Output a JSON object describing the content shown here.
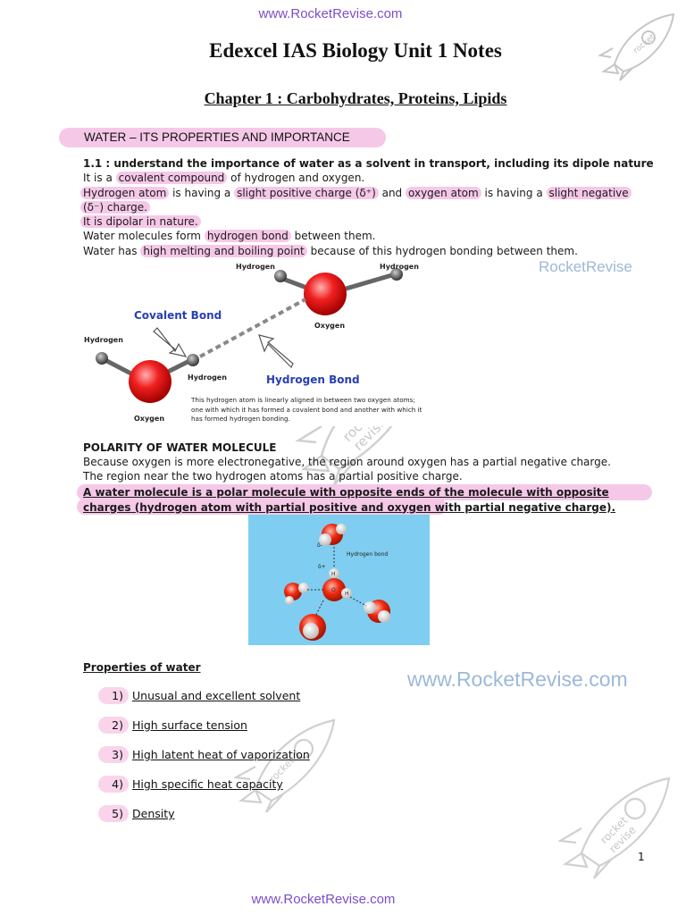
{
  "header_link": "www.RocketRevise.com",
  "footer_link": "www.RocketRevise.com",
  "title": "Edexcel IAS Biology Unit 1 Notes",
  "chapter": "Chapter 1 : Carbohydrates, Proteins, Lipids",
  "section_banner": "WATER – ITS PROPERTIES AND IMPORTANCE",
  "spec_point": "1.1 : understand the importance of water as a solvent in transport, including its dipole nature",
  "lines": {
    "l1_a": "It is a ",
    "l1_hl": "covalent compound",
    "l1_b": " of hydrogen and oxygen.",
    "l2_hl1": "Hydrogen atom",
    "l2_a": " is having a ",
    "l2_hl2": "slight positive charge (δ⁺)",
    "l2_b": " and ",
    "l2_hl3": "oxygen atom",
    "l2_c": " is having a ",
    "l2_hl4": "slight negative",
    "l3_hl": "(δ⁻) charge.",
    "l4_hl": "It is dipolar in nature.",
    "l5_a": "Water molecules form ",
    "l5_hl": "hydrogen bond",
    "l5_b": " between them.",
    "l6_a": "Water has ",
    "l6_hl": "high melting and boiling point",
    "l6_b": " because of this hydrogen bonding between them."
  },
  "watermark_mid": "RocketRevise",
  "watermark_big": "www.RocketRevise.com",
  "rocket_text": "rocket revise",
  "diagram1": {
    "hydrogen_top_left": "Hydrogen",
    "hydrogen_top_right": "Hydrogen",
    "oxygen_top": "Oxygen",
    "covalent_bond": "Covalent Bond",
    "hydrogen_left": "Hydrogen",
    "hydrogen_mid": "Hydrogen",
    "oxygen_bottom": "Oxygen",
    "hydrogen_bond": "Hydrogen Bond",
    "caption": "This hydrogen atom is linearly aligned in between two oxygen atoms; one with which it has formed a covalent bond and another with which it has formed hydrogen bonding."
  },
  "polarity": {
    "heading": "POLARITY OF WATER MOLECULE",
    "p1": "Because oxygen is more electronegative, the region around oxygen has a partial negative charge.",
    "p2": "The region near the two hydrogen atoms has a partial positive charge.",
    "p3": "A water molecule is a polar molecule with opposite ends of the molecule with opposite charges (hydrogen atom with partial positive and oxygen with partial negative charge)."
  },
  "diagram2": {
    "delta_minus": "δ-",
    "delta_plus": "δ+",
    "hb_label": "Hydrogen bond",
    "h": "H",
    "o": "O",
    "h2": "H"
  },
  "properties": {
    "heading": "Properties of water",
    "items": [
      {
        "num": "1)",
        "label": "Unusual and excellent solvent"
      },
      {
        "num": "2)",
        "label": "High surface tension"
      },
      {
        "num": "3)",
        "label": "High latent heat of vaporization"
      },
      {
        "num": "4)",
        "label": "High specific heat capacity"
      },
      {
        "num": "5)",
        "label": "Density"
      }
    ]
  },
  "page_number": "1",
  "colors": {
    "highlight": "#f6c8e8",
    "link": "#7b4fc9",
    "watermark": "#9db8d9",
    "diagram2_bg": "#7fcdf0",
    "bond_label": "#2a3fb0"
  }
}
